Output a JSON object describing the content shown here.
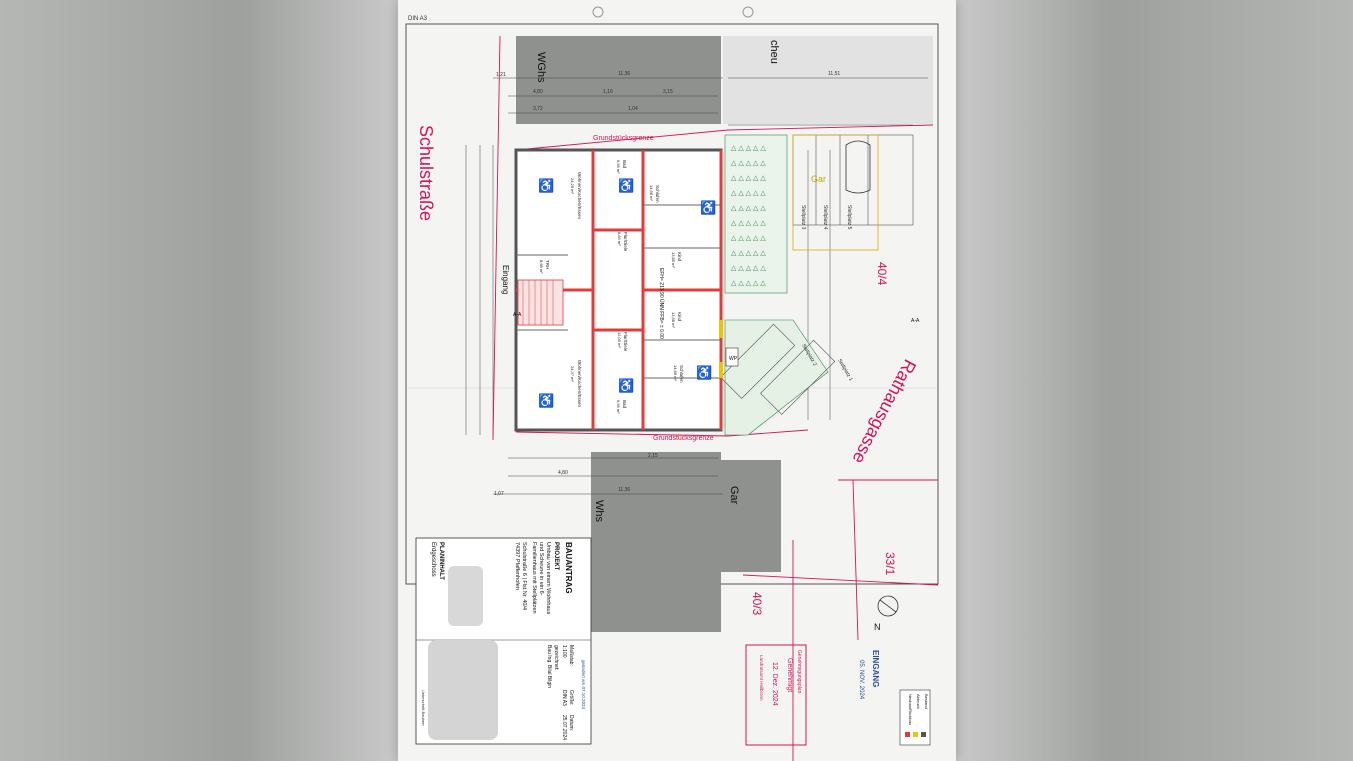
{
  "sheet": {
    "format_label": "DIN A3"
  },
  "streets": {
    "left": "Schulstraße",
    "right": "Rathausgasse"
  },
  "buildings": {
    "top_left": "WGhs",
    "top_right": "cheu",
    "bottom_garage": "Gar",
    "bottom_house": "Whs",
    "garage_top": "Gar"
  },
  "parcels": {
    "p1": "40/4",
    "p2": "40/3",
    "p3": "33/1"
  },
  "labels": {
    "boundary_top": "Grundstücksgrenze",
    "boundary_bottom": "Grundstücksgrenze",
    "entrance": "Eingang",
    "section": "A-A",
    "north": "N",
    "wp": "WP",
    "level": "EFH= 213.90 ÜNN  FFB= ± 0.00"
  },
  "rooms": [
    {
      "name": "Wohnen/Kochen/Essen",
      "area": "24,25 m²"
    },
    {
      "name": "Bad",
      "area": "5,55 m²"
    },
    {
      "name": "Schlafen",
      "area": "14,58 m²"
    },
    {
      "name": "Flur/Dielе",
      "area": "8,83 m²"
    },
    {
      "name": "Kind",
      "area": "13,85 m²"
    },
    {
      "name": "TRH",
      "area": "8,68 m²"
    },
    {
      "name": "Flur/Diele",
      "area": "12,00 m²"
    },
    {
      "name": "Kind",
      "area": "13,58 m²"
    },
    {
      "name": "Wohnen/Kochen/Essen",
      "area": "24,37 m²"
    },
    {
      "name": "Bad",
      "area": "5,55 m²"
    },
    {
      "name": "Schlafen",
      "area": "14,66 m²"
    }
  ],
  "parking": [
    "Stellplatz 1",
    "Stellplatz 2",
    "Stellplatz 3",
    "Stellplatz 4",
    "Stellplatz 5"
  ],
  "title_block": {
    "heading": "BAUANTRAG",
    "project_label": "PROJEKT",
    "project_lines": [
      "Umbau von einem Wohnhaus",
      "und Scheune in ein 6-",
      "Familienhaus mit Stellplätzen"
    ],
    "address_lines": [
      "Schulstraße 6 | Flst.Nr. 40/4",
      "74397 Pfaffenhofen"
    ],
    "plan_label": "PLANINHALT",
    "plan_content": "Erdgeschoss",
    "scale_label": "Maßstab:",
    "scale_value": "1:100",
    "size_label": "Größe:",
    "size_value": "DIN A3",
    "date_label": "Datum:",
    "date_value": "25.07.2024",
    "drawn_label": "gezeichnet:",
    "drawn_value": "Bau Ing. Bilal Bilgin",
    "changed": "geändert am 07.10.2024",
    "signature_label": "Unterschrift Bauherr"
  },
  "stamps": {
    "received_title": "EINGANG",
    "received_date": "05. NOV. 2024",
    "approval_header": "Genehmigungsplan",
    "approval_word": "Genehmigt",
    "approval_date": "12. Dez. 2024",
    "approval_authority": "Landratsamt Heilbronn"
  },
  "legend": [
    "Bestand",
    "Abbruch",
    "Neubau/Rückbau"
  ],
  "colors": {
    "street_text": "#d4145a",
    "wall_red": "#e23b3b",
    "green_area": "#2d8a4e",
    "gray_building": "#8a8c8a"
  }
}
